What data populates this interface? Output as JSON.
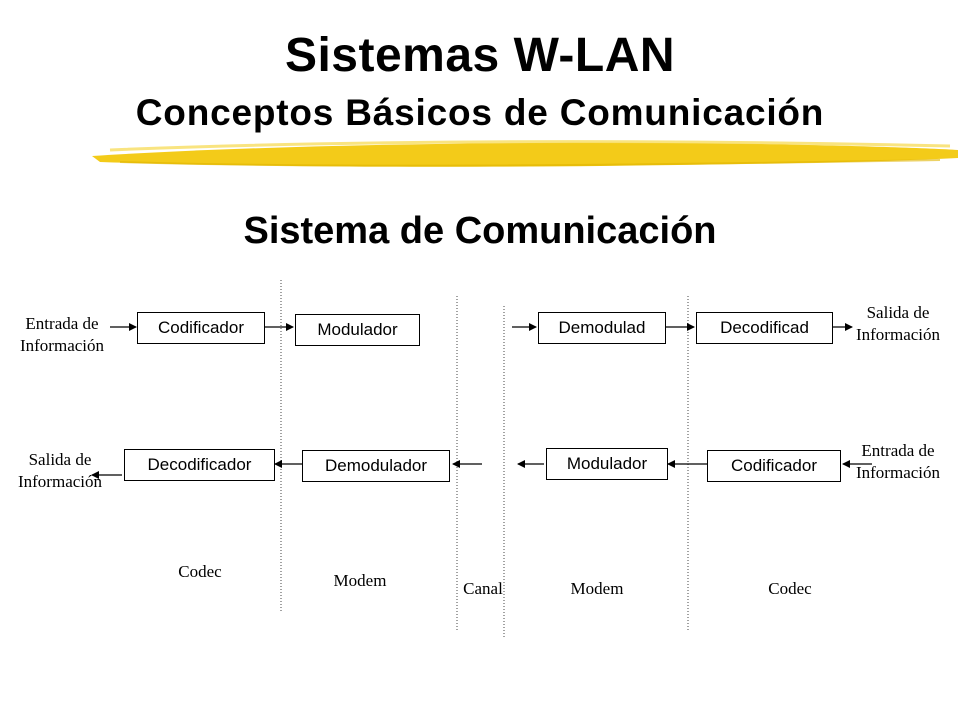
{
  "header": {
    "title": "Sistemas W-LAN",
    "subtitle": "Conceptos Básicos de Comunicación",
    "highlight_color": "#F2C500"
  },
  "diagram": {
    "title": "Sistema de Comunicación",
    "top_row": {
      "input_label": [
        "Entrada de",
        "Información"
      ],
      "output_label": [
        "Salida de",
        "Información"
      ],
      "blocks": [
        "Codificador",
        "Modulador",
        "Demodulad",
        "Decodificad"
      ]
    },
    "bottom_row": {
      "input_label": [
        "Entrada de",
        "Información"
      ],
      "output_label": [
        "Salida de",
        "Información"
      ],
      "blocks": [
        "Decodificador",
        "Demodulador",
        "Modulador",
        "Codificador"
      ]
    },
    "sections": [
      "Codec",
      "Modem",
      "Canal",
      "Modem",
      "Codec"
    ]
  }
}
